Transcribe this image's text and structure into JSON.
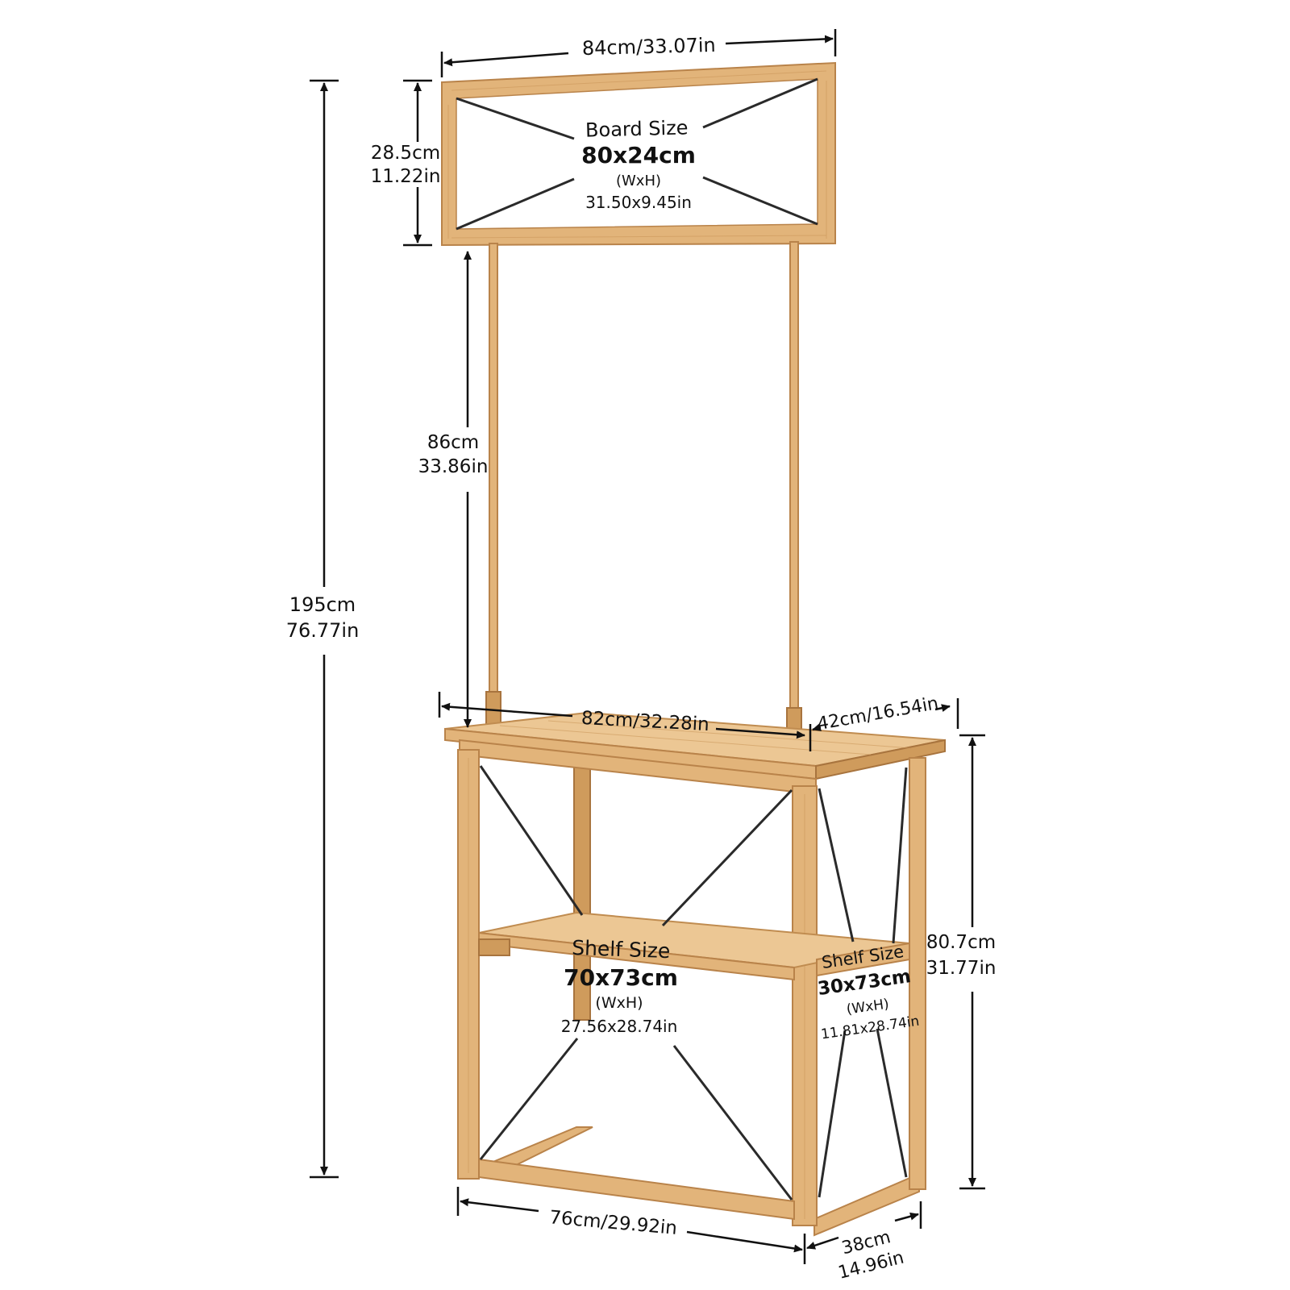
{
  "dimensions": {
    "board_width": "84cm/33.07in",
    "board_height_cm": "28.5cm",
    "board_height_in": "11.22in",
    "total_height_cm": "195cm",
    "total_height_in": "76.77in",
    "pole_height_cm": "86cm",
    "pole_height_in": "33.86in",
    "table_width": "82cm/32.28in",
    "table_depth": "42cm/16.54in",
    "table_height_cm": "80.7cm",
    "table_height_in": "31.77in",
    "base_width": "76cm/29.92in",
    "base_depth_cm": "38cm",
    "base_depth_in": "14.96in"
  },
  "board": {
    "title": "Board Size",
    "size": "80x24cm",
    "wxh": "(WxH)",
    "size_in": "31.50x9.45in"
  },
  "front_shelf": {
    "title": "Shelf Size",
    "size": "70x73cm",
    "wxh": "(WxH)",
    "size_in": "27.56x28.74in"
  },
  "side_shelf": {
    "title": "Shelf Size",
    "size": "30x73cm",
    "wxh": "(WxH)",
    "size_in": "11.81x28.74in"
  },
  "colors": {
    "wood": "#e2b47a",
    "wood_edge": "#b9834a",
    "line": "#111111"
  }
}
